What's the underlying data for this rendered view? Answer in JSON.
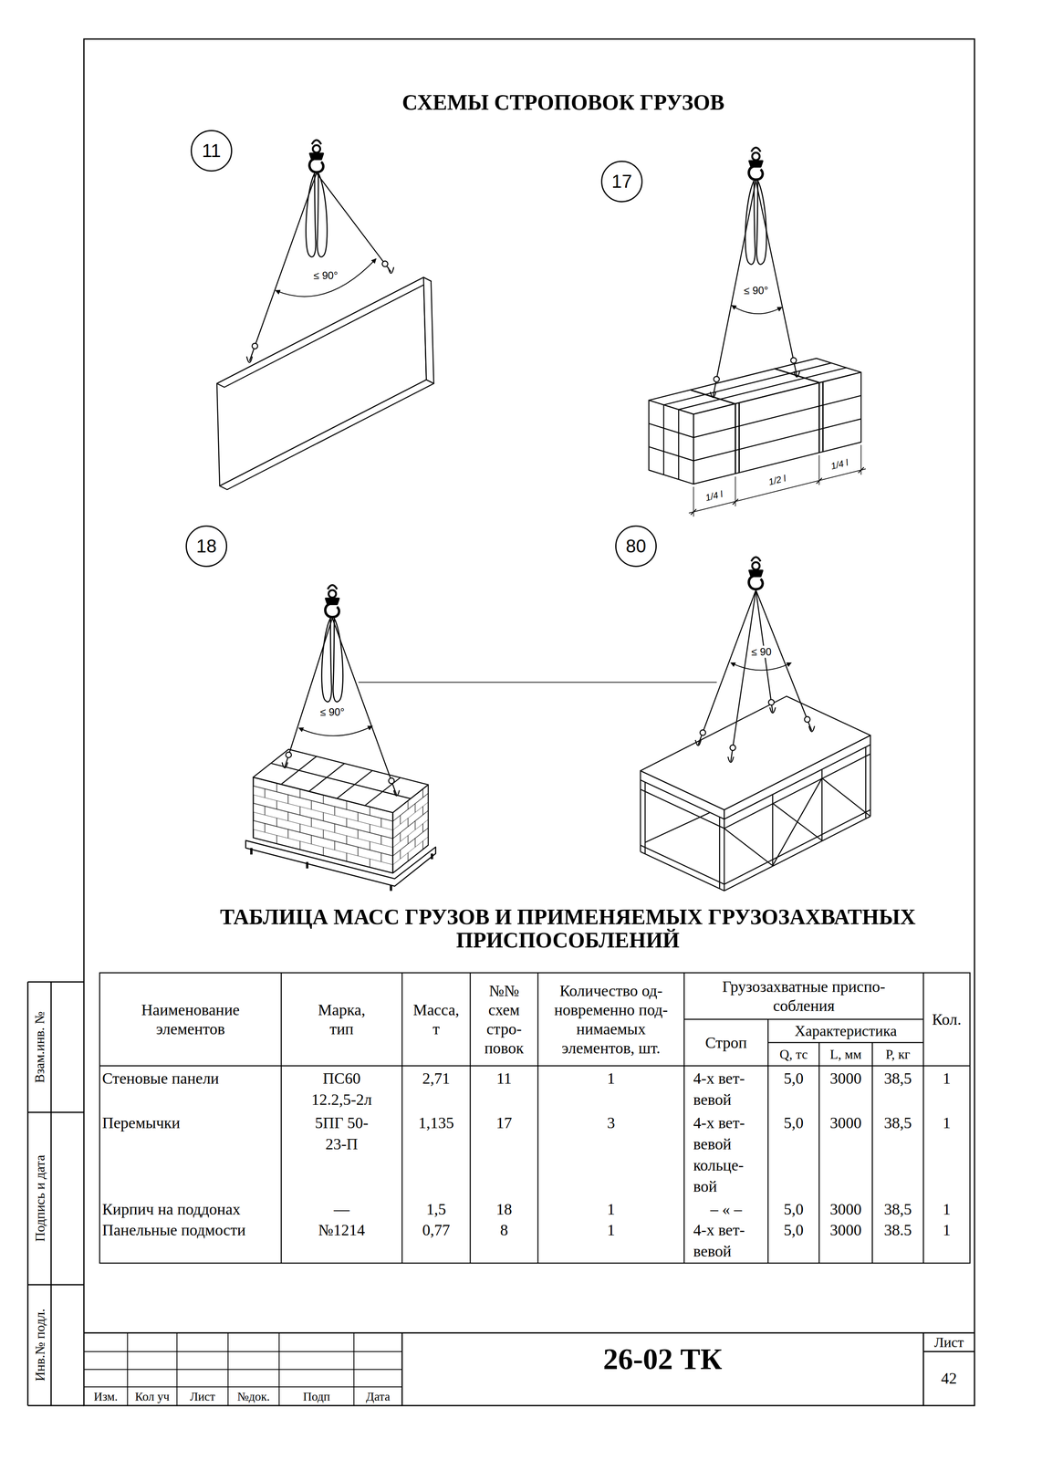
{
  "diagram": {
    "title": "СХЕМЫ СТРОПОВОК ГРУЗОВ",
    "nodes": [
      {
        "text": [
          "11"
        ]
      },
      {
        "text": [
          "17"
        ]
      },
      {
        "text": [
          "18"
        ]
      },
      {
        "text": [
          "80"
        ]
      }
    ],
    "labels": [
      "≤ 90°",
      "≤ 90°",
      "1/4 l",
      "1/2 l",
      "1/4 l",
      "≤ 90°",
      "≤ 90",
      "ТАБЛИЦА МАСС ГРУЗОВ И ПРИМЕНЯЕМЫХ ГРУЗОЗАХВАТНЫХ ПРИСПОСОБЛЕНИЙ",
      "Наименование элементов",
      "Марка, тип",
      "Масса, т",
      "№№ схем стро- повок",
      "Количество од- новременно под- нимаемых элементов, шт.",
      "Грузозахватные приспо- собления",
      "Кол.",
      "Строп",
      "Характеристика",
      "Q, тс",
      "L, мм",
      "P, кг",
      "Стеновые панели",
      "ПС60 12.2,5-2л",
      "2,71",
      "11",
      "1",
      "4-х вет- вевой",
      "5,0",
      "3000",
      "38,5",
      "1",
      "Перемычки",
      "5ПГ 50-23-П",
      "1,135",
      "17",
      "3",
      "4-х вет- вевой кольце- вой",
      "5,0",
      "3000",
      "38,5",
      "1",
      "Кирпич на поддонах",
      "—",
      "1,5",
      "18",
      "1",
      "– « –",
      "5,0",
      "3000",
      "38,5",
      "1",
      "Панельные подмости",
      "№1214",
      "0,77",
      "8",
      "1",
      "4-х вет- вевой",
      "5,0",
      "3000",
      "38.5",
      "1",
      "26-02 ТК",
      "Лист",
      "42",
      "Изм.",
      "Кол уч",
      "Лист",
      "№док.",
      "Подп",
      "Дата",
      "Взам.инв. №",
      "Подпись и дата",
      "Инв.№ подл."
    ]
  }
}
